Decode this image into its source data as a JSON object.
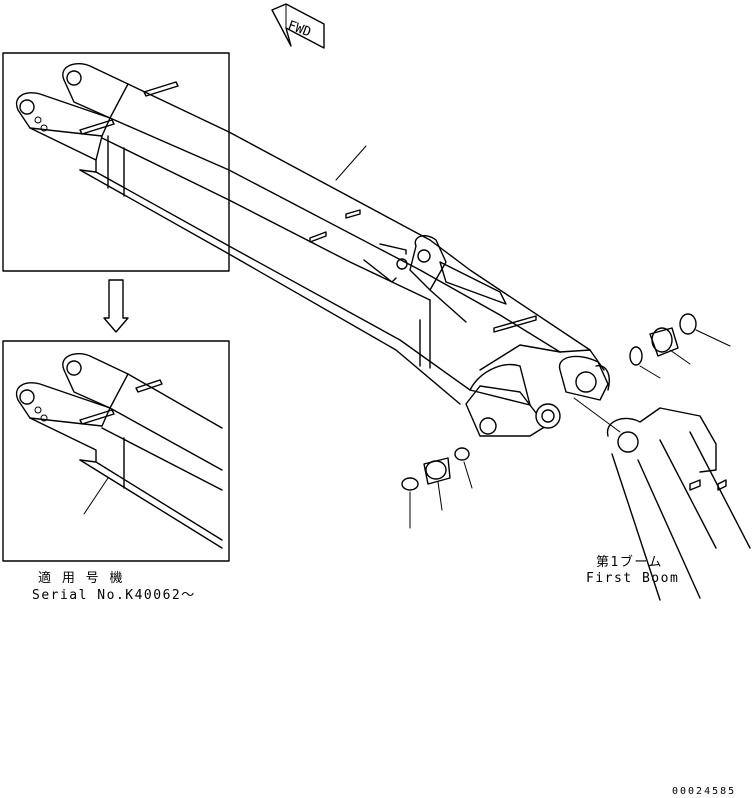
{
  "fwd_label": "FWD",
  "serial_note": {
    "line1": "適 用 号 機",
    "line2": "Serial No.K40062～"
  },
  "first_boom": {
    "jp": "第1ブーム",
    "en": "First Boom"
  },
  "drawing_code": "00024585"
}
